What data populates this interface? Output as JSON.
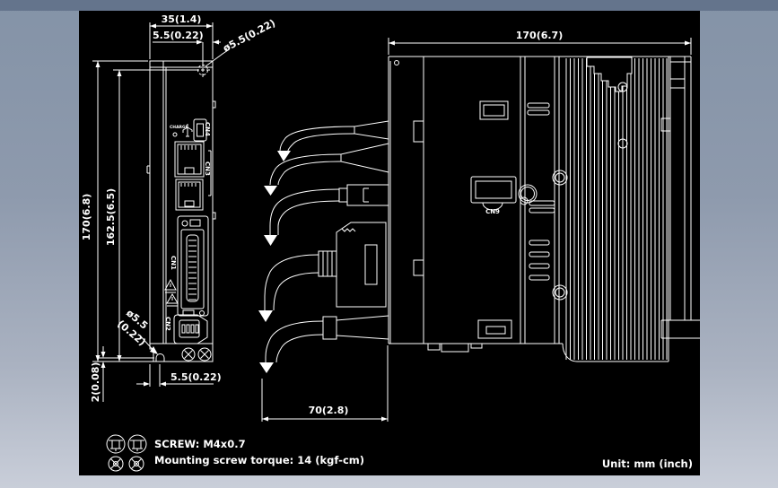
{
  "app": {
    "canvas_bg": "#000000",
    "line_color": "#ffffff",
    "frame_top": "#64748c",
    "frame_gray": "#8e9aad",
    "frame_bottom": "#c9ced9"
  },
  "front_view": {
    "dims": {
      "width": "35(1.4)",
      "hole_offset_top": "5.5(0.22)",
      "hole_dia_top": "ø5.5(0.22)",
      "height": "170(6.8)",
      "mount_height": "162.5(6.5)",
      "slot_dia_line1": "ø5.5",
      "slot_dia_line2": "(0.22)",
      "bottom_gap": "2(0.08)",
      "slot_offset_bottom": "5.5(0.22)"
    },
    "labels": {
      "charge": "CHARGE",
      "cn4": "CN4",
      "cn3": "CN3",
      "cn1": "CN1",
      "cn2": "CN2"
    }
  },
  "side_view": {
    "dims": {
      "depth": "170(6.7)",
      "cable_bend": "70(2.8)"
    },
    "labels": {
      "cn9": "CN9"
    }
  },
  "footer": {
    "screw_spec": "SCREW: M4x0.7",
    "torque_note": "Mounting screw torque: 14 (kgf-cm)",
    "unit_note": "Unit: mm (inch)"
  }
}
